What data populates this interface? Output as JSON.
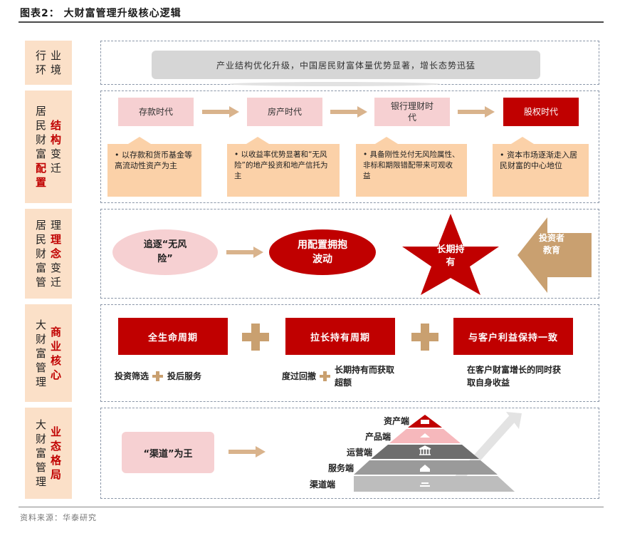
{
  "figure_title": "图表2：  大财富管理升级核心逻辑",
  "source": "资料来源：华泰研究",
  "colors": {
    "accent_red": "#c00000",
    "peach": "#fbe0c8",
    "orange": "#fbd1a8",
    "pink": "#f6d0d2",
    "gold": "#c9a070"
  },
  "rows": {
    "industry": {
      "side_text": "行业环境",
      "banner": "产业结构优化升级，中国居民财富体量优势显著，增长态势迅猛"
    },
    "structure": {
      "side_text": "居民财富结构配置变迁",
      "eras": [
        "存款时代",
        "房产时代",
        "银行理财时代",
        "股权时代"
      ],
      "callouts": [
        "• 以存款和货币基金等高流动性资产为主",
        "• 以收益率优势显著和“无风险”的地产投资和地产信托为主",
        "• 具备刚性兑付无风险属性、非标和期限错配带来可观收益",
        "• 资本市场逐渐走入居民财富的中心地位"
      ]
    },
    "concept": {
      "side_text": "居民财富管理理念变迁",
      "oval1": "追逐“无风险”",
      "oval2": "用配置拥抱波动",
      "star": "长期持有",
      "arrow_label": "投资者教育"
    },
    "business": {
      "side_text": "大财富管理商业核心",
      "boxes": [
        "全生命周期",
        "拉长持有周期",
        "与客户利益保持一致"
      ],
      "subs": [
        {
          "a": "投资筛选",
          "b": "投后服务"
        },
        {
          "a": "度过回撤",
          "b": "长期持有而获取超额"
        },
        {
          "a": "在客户财富增长的同时获取自身收益"
        }
      ]
    },
    "layout": {
      "side_text": "大财富管理业态格局",
      "pill": "“渠道”为王",
      "pyramid": [
        "资产端",
        "产品端",
        "运营端",
        "服务端",
        "渠道端"
      ]
    }
  }
}
